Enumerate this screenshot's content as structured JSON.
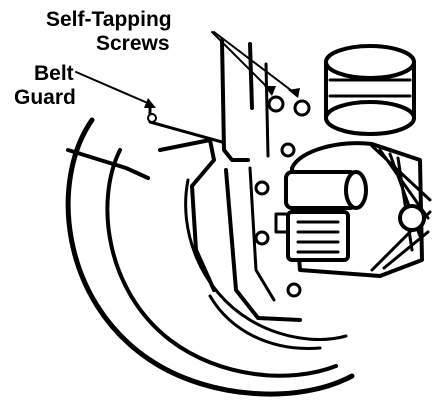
{
  "labels": {
    "self_tapping_line1": "Self-Tapping",
    "self_tapping_line2": "Screws",
    "belt_line1": "Belt",
    "belt_line2": "Guard"
  }
}
